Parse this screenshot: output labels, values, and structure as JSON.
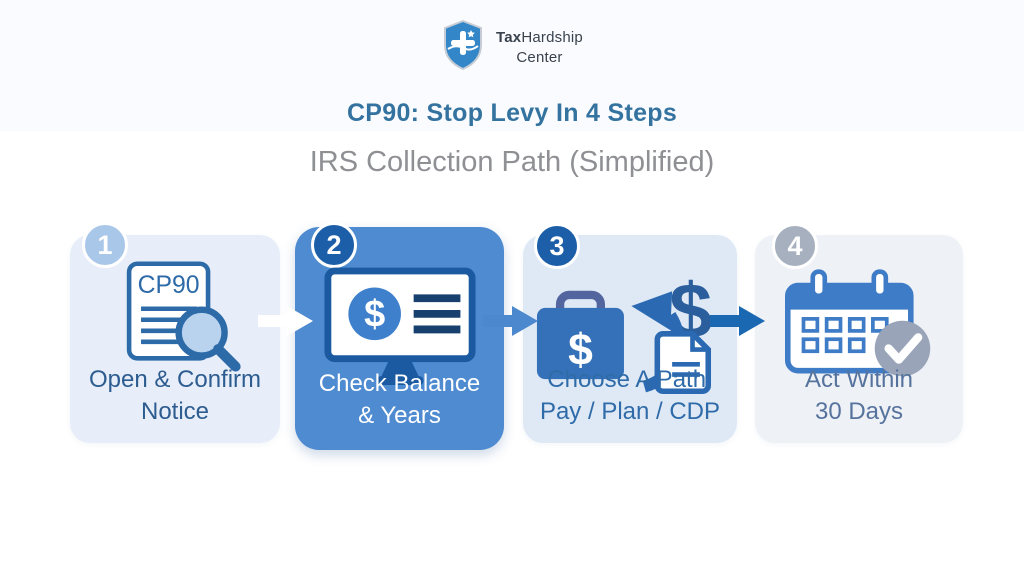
{
  "brand": {
    "name_bold": "Tax",
    "name_rest": "Hardship",
    "line2": "Center"
  },
  "header": {
    "title": "CP90: Stop Levy In 4 Steps",
    "subtitle": "IRS Collection Path (Simplified)"
  },
  "steps": [
    {
      "number": "1",
      "line1": "Open & Confirm",
      "line2": "Notice",
      "icon": "cp90-notice-magnifier-icon",
      "doc_label": "CP90"
    },
    {
      "number": "2",
      "line1": "Check Balance",
      "line2": "& Years",
      "icon": "monitor-balance-icon",
      "dollar": "$"
    },
    {
      "number": "3",
      "line1": "Choose A Path:",
      "line2": "Pay / Plan / CDP",
      "icon": "payment-options-icon",
      "dollar": "$"
    },
    {
      "number": "4",
      "line1": "Act Within",
      "line2": "30 Days",
      "icon": "calendar-check-icon"
    }
  ],
  "colors": {
    "accent_blue": "#4f8bd0",
    "dark_blue": "#1c5ea7",
    "title_blue": "#34739f",
    "subtitle_gray": "#8f9094",
    "light_card": "#e7eef9",
    "lighter_card": "#eef1f6",
    "badge_light_blue": "#a9c8e9",
    "badge_gray": "#a6b0bf",
    "arrow_dark_blue": "#1a68b2",
    "icon_stroke_blue": "#2d6aa8",
    "check_circle_gray": "#99a4b9"
  }
}
